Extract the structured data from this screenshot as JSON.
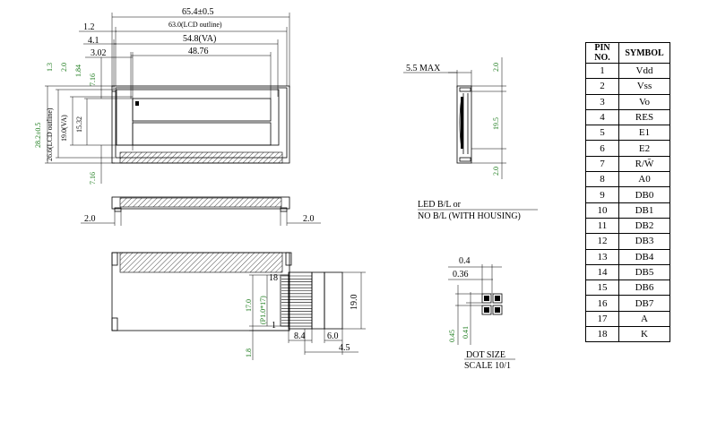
{
  "top_view": {
    "dim_overall": "65.4±0.5",
    "dim_lcd_outline": "63.0(LCD outline)",
    "dim_va": "54.8(VA)",
    "dim_aa": "48.76",
    "dim_left_1": "1.2",
    "dim_left_2": "4.1",
    "dim_left_3": "3.02",
    "dim_v_top_1": "1.3",
    "dim_v_top_2": "2.0",
    "dim_v_top_3": "1.84",
    "dim_v_top_4": "7.16",
    "dim_h_overall": "28.2±0.5",
    "dim_h_lcd": "26.6(LCD outline)",
    "dim_h_va": "19.0(VA)",
    "dim_h_aa": "15.32",
    "dim_v_bottom": "7.16"
  },
  "bottom_edge_view": {
    "dim_left": "2.0",
    "dim_right": "2.0"
  },
  "back_view": {
    "pin_first": "1",
    "pin_last": "18",
    "dim_pitch": "17.0",
    "dim_pitch_note": "(P1.0*17)",
    "dim_19": "19.0",
    "dim_1_8": "1.8",
    "dim_8_4": "8.4",
    "dim_6_0": "6.0",
    "dim_4_5": "4.5"
  },
  "side_view": {
    "dim_max": "5.5 MAX",
    "dim_top": "2.0",
    "dim_mid": "19.5",
    "dim_bottom": "2.0",
    "note_line1": "LED B/L or",
    "note_line2": "NO B/L (WITH HOUSING)"
  },
  "dot_detail": {
    "dim_0_4": "0.4",
    "dim_0_36": "0.36",
    "dim_0_45": "0.45",
    "dim_0_41": "0.41",
    "title": "DOT SIZE",
    "scale": "SCALE 10/1"
  },
  "pin_table": {
    "header_pin": "PIN NO.",
    "header_symbol": "SYMBOL",
    "rows": [
      {
        "no": "1",
        "sym": "Vdd"
      },
      {
        "no": "2",
        "sym": "Vss"
      },
      {
        "no": "3",
        "sym": "Vo"
      },
      {
        "no": "4",
        "sym": "RES"
      },
      {
        "no": "5",
        "sym": "E1"
      },
      {
        "no": "6",
        "sym": "E2"
      },
      {
        "no": "7",
        "sym": "R/W̄"
      },
      {
        "no": "8",
        "sym": "A0"
      },
      {
        "no": "9",
        "sym": "DB0"
      },
      {
        "no": "10",
        "sym": "DB1"
      },
      {
        "no": "11",
        "sym": "DB2"
      },
      {
        "no": "12",
        "sym": "DB3"
      },
      {
        "no": "13",
        "sym": "DB4"
      },
      {
        "no": "14",
        "sym": "DB5"
      },
      {
        "no": "15",
        "sym": "DB6"
      },
      {
        "no": "16",
        "sym": "DB7"
      },
      {
        "no": "17",
        "sym": "A"
      },
      {
        "no": "18",
        "sym": "K"
      }
    ]
  },
  "colors": {
    "dimension_green": "#1a7a1a",
    "line_black": "#000000",
    "background": "#ffffff"
  }
}
